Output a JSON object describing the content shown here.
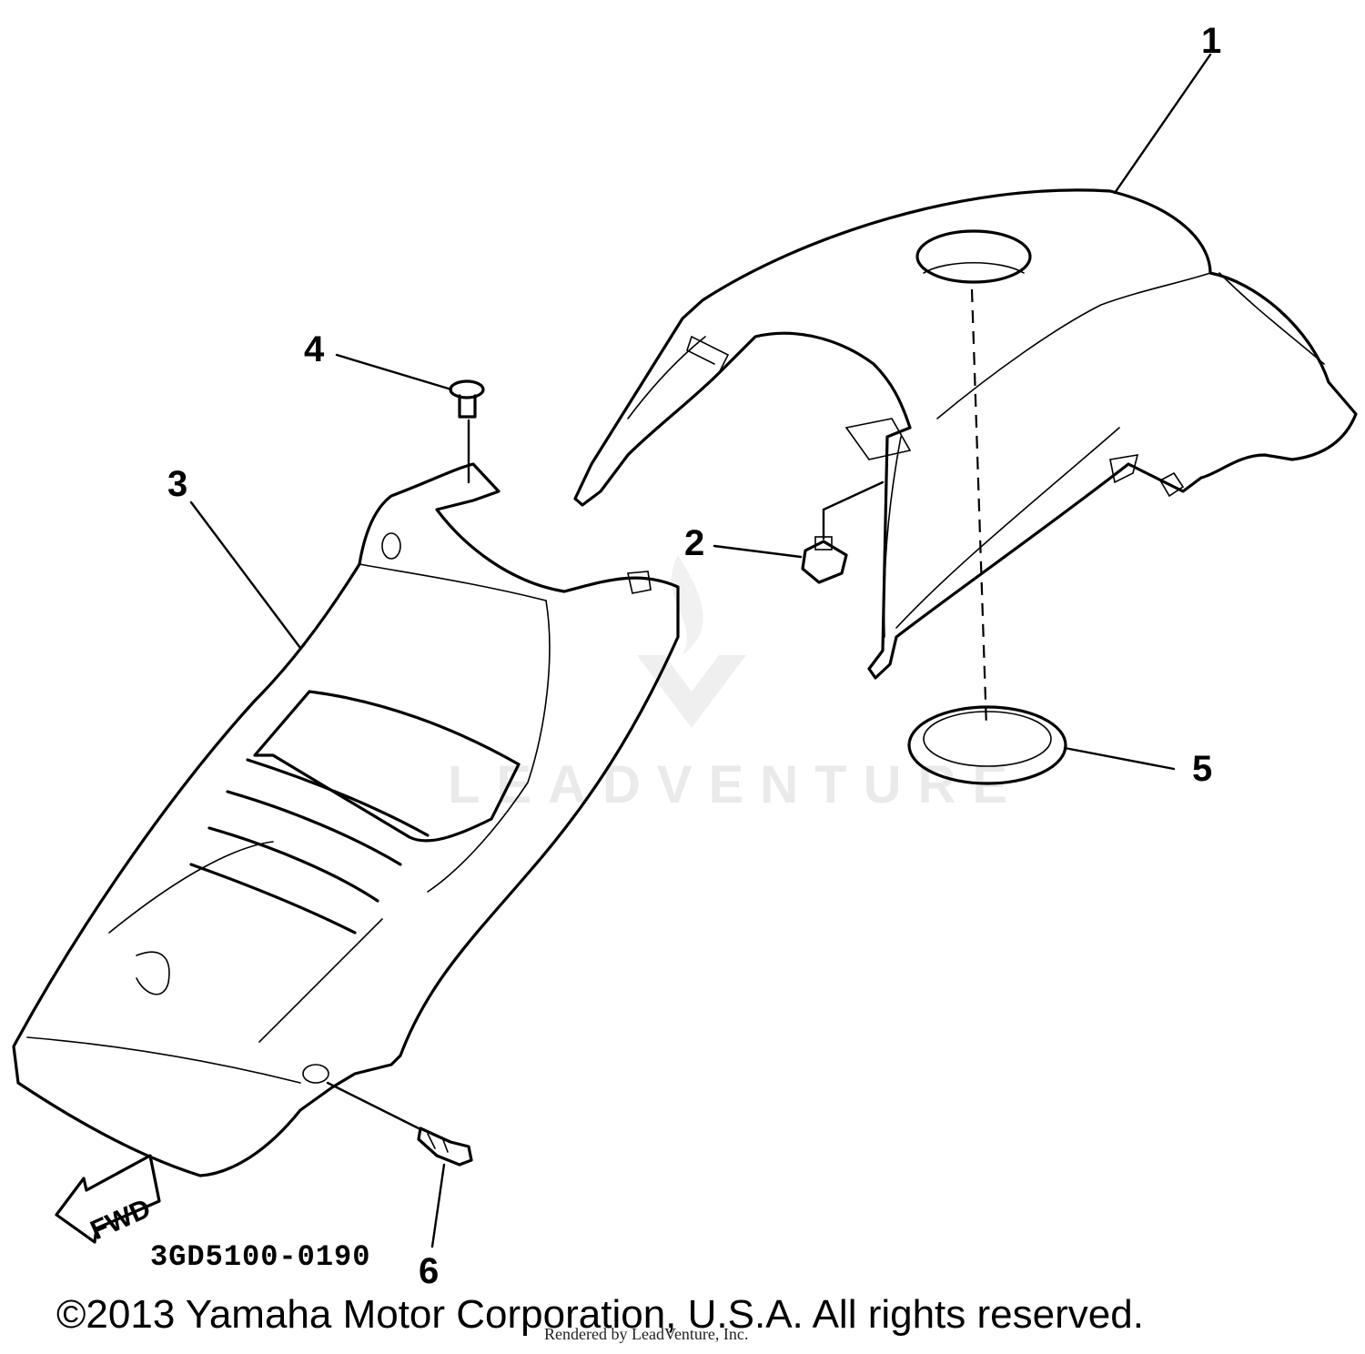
{
  "callouts": [
    {
      "id": "1",
      "label": "1"
    },
    {
      "id": "2",
      "label": "2"
    },
    {
      "id": "3",
      "label": "3"
    },
    {
      "id": "4",
      "label": "4"
    },
    {
      "id": "5",
      "label": "5"
    },
    {
      "id": "6",
      "label": "6"
    }
  ],
  "direction_arrow": {
    "label": "FWD"
  },
  "diagram_code": "3GD5100-0190",
  "watermark": {
    "text": "LEADVENTURE"
  },
  "copyright": "©2013 Yamaha Motor Corporation, U.S.A. All rights reserved.",
  "rendered_by": "Rendered by LeadVenture, Inc."
}
